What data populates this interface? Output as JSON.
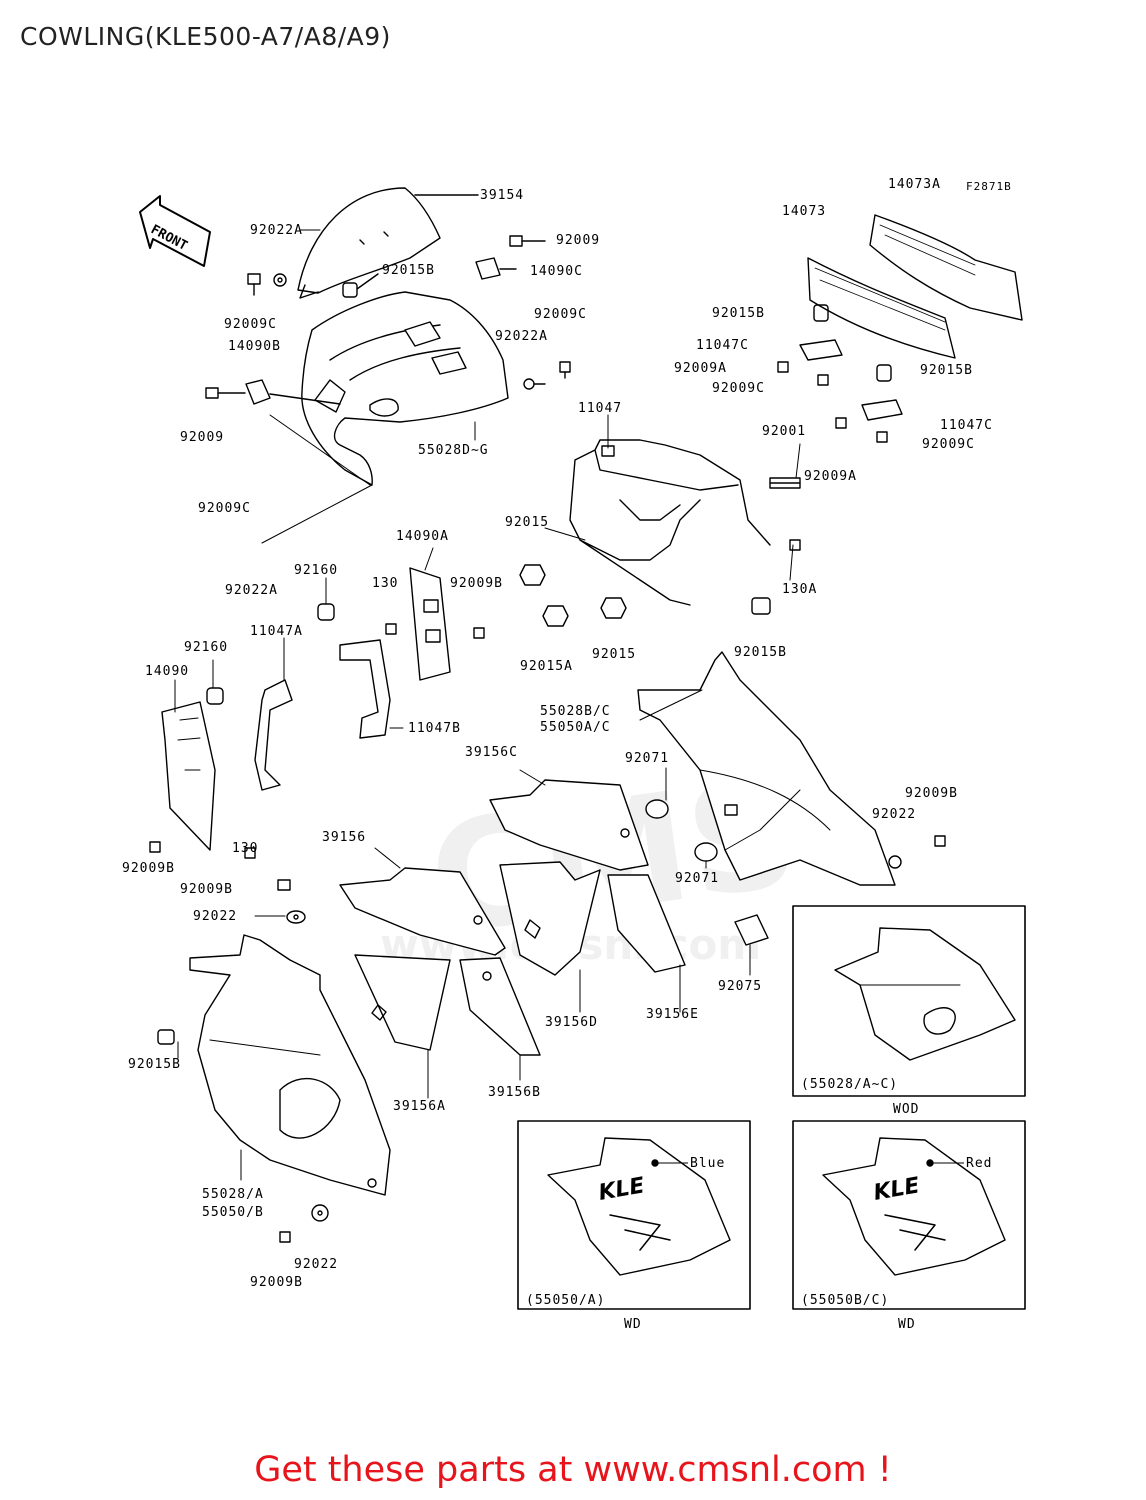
{
  "page": {
    "title": "COWLING(KLE500-A7/A8/A9)",
    "figure_code": "F2871B",
    "front_label": "FRONT",
    "footer": "Get these parts at www.cmsnl.com !"
  },
  "watermark": {
    "text": "CMS",
    "url": "www.cmsnl.com",
    "color": "#e4e4e4"
  },
  "colors": {
    "line": "#000000",
    "footer": "#e8141b"
  },
  "parts": [
    "39154",
    "92022A",
    "92009",
    "92015B",
    "14090C",
    "92009C",
    "14090B",
    "92009C",
    "92022A",
    "92009",
    "55028D~G",
    "14073A",
    "14073",
    "92015B",
    "11047C",
    "92009A",
    "92009C",
    "92015B",
    "11047",
    "92001",
    "11047C",
    "92009A",
    "92009C",
    "92009C",
    "92022A",
    "92160",
    "130",
    "14090A",
    "92009B",
    "92015",
    "130A",
    "11047A",
    "92015A",
    "92015",
    "92015B",
    "92160",
    "14090",
    "11047B",
    "55028B/C",
    "55050A/C",
    "130",
    "92009B",
    "39156C",
    "92071",
    "92009B",
    "92022",
    "39156",
    "92071",
    "92009B",
    "92022",
    "92075",
    "92015B",
    "39156D",
    "39156E",
    "39156A",
    "39156B",
    "55028/A",
    "55050/B",
    "92022",
    "92009B"
  ],
  "insets": [
    {
      "caption": "(55028/A~C)",
      "variant": "WOD",
      "color_label": ""
    },
    {
      "caption": "(55050/A)",
      "variant": "WD",
      "color_label": "Blue"
    },
    {
      "caption": "(55050B/C)",
      "variant": "WD",
      "color_label": "Red"
    }
  ]
}
